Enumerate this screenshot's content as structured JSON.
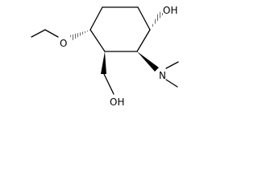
{
  "structure": {
    "labels": {
      "oh_top": "OH",
      "oh_bottom": "OH",
      "n_dimethyl": "N",
      "o_ether": "O"
    },
    "colors": {
      "bond": "#000000",
      "text": "#000000",
      "background": "#ffffff"
    }
  }
}
